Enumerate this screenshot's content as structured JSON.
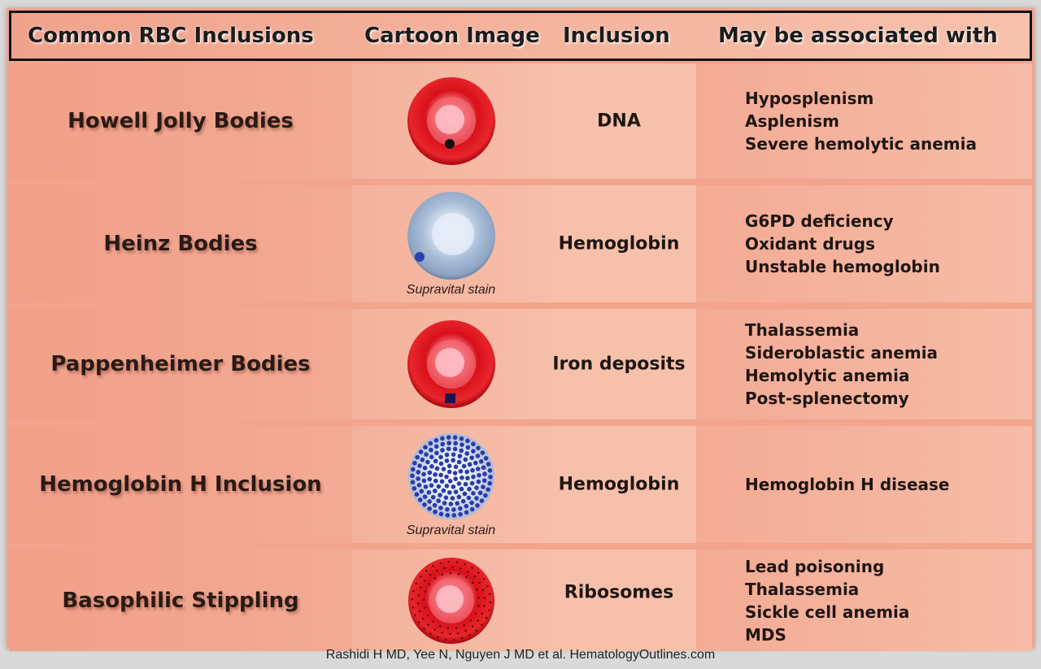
{
  "header": {
    "col1": "Common RBC Inclusions",
    "col2": "Cartoon Image",
    "col3": "Inclusion",
    "col4": "May be associated with"
  },
  "rows": [
    {
      "name": "Howell Jolly Bodies",
      "inclusion": "DNA",
      "stain": "",
      "associations": [
        "Hyposplenism",
        "Asplenism",
        "Severe hemolytic anemia"
      ],
      "cell_icon": "red-cell-dot-icon"
    },
    {
      "name": "Heinz Bodies",
      "inclusion": "Hemoglobin",
      "stain": "Supravital stain",
      "associations": [
        "G6PD deficiency",
        "Oxidant drugs",
        "Unstable hemoglobin"
      ],
      "cell_icon": "blue-cell-dot-icon"
    },
    {
      "name": "Pappenheimer Bodies",
      "inclusion": "Iron deposits",
      "stain": "",
      "associations": [
        "Thalassemia",
        "Sideroblastic anemia",
        "Hemolytic anemia",
        "Post-splenectomy"
      ],
      "cell_icon": "red-cell-square-icon"
    },
    {
      "name": "Hemoglobin H Inclusion",
      "inclusion": "Hemoglobin",
      "stain": "Supravital stain",
      "associations": [
        "Hemoglobin H disease"
      ],
      "cell_icon": "blue-stippled-cell-icon"
    },
    {
      "name": "Basophilic Stippling",
      "inclusion": "Ribosomes",
      "stain": "",
      "associations": [
        "Lead poisoning",
        "Thalassemia",
        "Sickle cell anemia",
        "MDS"
      ],
      "cell_icon": "red-stippled-cell-icon"
    }
  ],
  "credit": "Rashidi H MD, Yee N, Nguyen J MD et al. HematologyOutlines.com",
  "colors": {
    "background": "#f3a48d",
    "red_cell": "#d8101a",
    "blue_cell": "#9fb3cc",
    "stipple_blue": "#2b3aa8"
  }
}
